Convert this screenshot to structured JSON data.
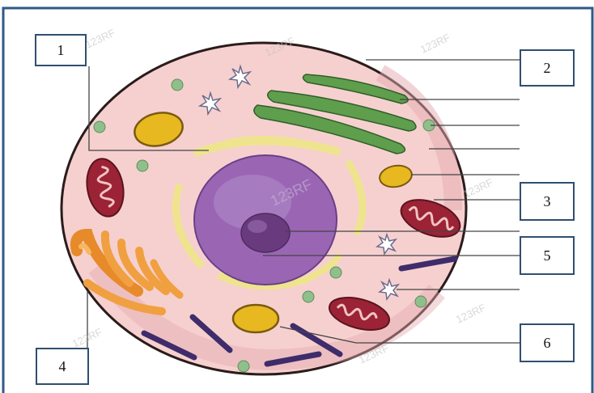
{
  "labels": [
    "1",
    "2",
    "3",
    "4",
    "5",
    "6"
  ],
  "watermark": "123RF",
  "colors": {
    "frame": "#2f5a86",
    "cytoplasm": "#f7d2d0",
    "cell_membrane": "#3a2a2a",
    "nucleus": "#8e5aa6",
    "nucleolus": "#6a3a7e",
    "endoplasmic_reticulum": "#f3ea9a",
    "mitochondria": "#9b2335",
    "golgi": "#f0a040",
    "chloroplast_like": "#5b9a4a",
    "vesicle_yellow": "#e8b820",
    "ribosome_green": "#8fbf8a",
    "microtubule": "#3e2c6b",
    "leader_line": "#444444"
  }
}
